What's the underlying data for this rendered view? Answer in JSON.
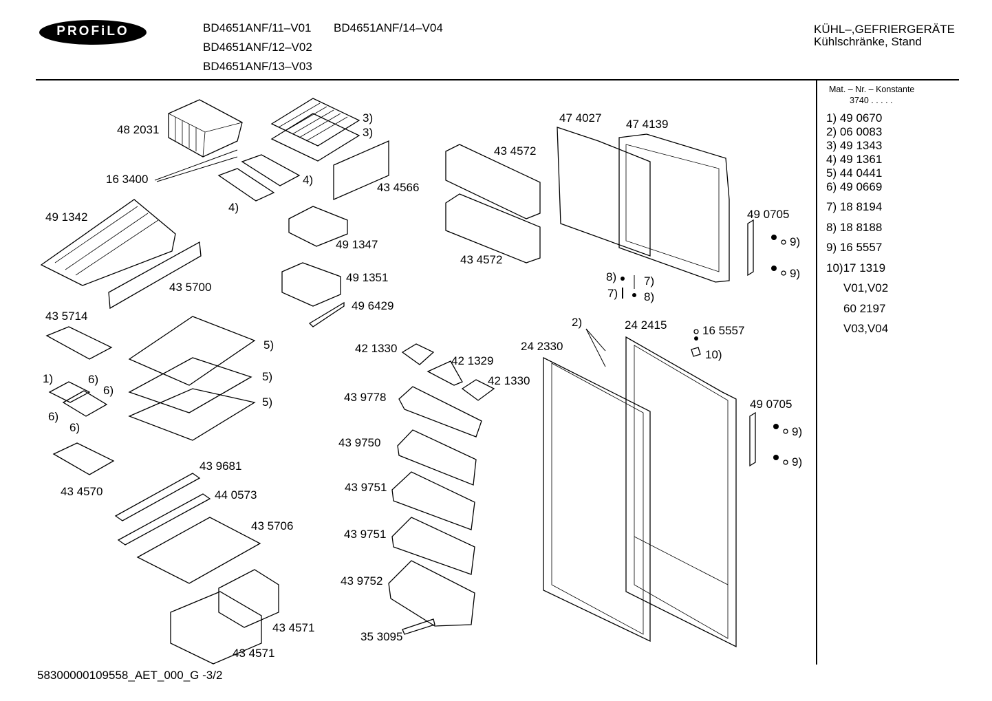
{
  "brand": "PROFiLO",
  "models": [
    "BD4651ANF/11–V01",
    "BD4651ANF/14–V04",
    "BD4651ANF/12–V02",
    "BD4651ANF/13–V03"
  ],
  "category": {
    "line1": "KÜHL–,GEFRIERGERÄTE",
    "line2": "Kühlschränke, Stand"
  },
  "sidebar": {
    "header": "Mat. – Nr. – Konstante",
    "constant": "3740  .  .  .  .  .",
    "items": [
      "1)  49 0670",
      "2)  06 0083",
      "3)  49 1343",
      "4)  49 1361",
      "5)  44 0441",
      "6)  49 0669",
      "7)  18 8194",
      "8)  18 8188",
      "9)  16 5557",
      "10)17 1319",
      "V01,V02",
      "60 2197",
      "V03,V04"
    ]
  },
  "labels": {
    "p482031": "48 2031",
    "p163400": "16 3400",
    "p491342": "49 1342",
    "p435700": "43 5700",
    "p435714": "43 5714",
    "p434570": "43 4570",
    "p439681": "43 9681",
    "p440573": "44 0573",
    "p435706": "43 5706",
    "p434571a": "43 4571",
    "p434571b": "43 4571",
    "r3a": "3)",
    "r3b": "3)",
    "r4a": "4)",
    "r4b": "4)",
    "p434566": "43 4566",
    "p491347": "49 1347",
    "p491351": "49 1351",
    "p496429": "49 6429",
    "r5a": "5)",
    "r5b": "5)",
    "r5c": "5)",
    "r1": "1)",
    "r6a": "6)",
    "r6b": "6)",
    "r6c": "6)",
    "r6d": "6)",
    "p434572a": "43 4572",
    "p434572b": "43 4572",
    "p421330a": "42 1330",
    "p421329": "42 1329",
    "p421330b": "42 1330",
    "p439778": "43 9778",
    "p439750": "43 9750",
    "p439751a": "43 9751",
    "p439751b": "43 9751",
    "p439752": "43 9752",
    "p353095": "35 3095",
    "p474027": "47 4027",
    "p474139": "47 4139",
    "p490705a": "49 0705",
    "p490705b": "49 0705",
    "r9a": "9)",
    "r9b": "9)",
    "r9c": "9)",
    "r9d": "9)",
    "r8a": "8)",
    "r7a": "7)",
    "r7b": "7)",
    "r8b": "8)",
    "r2": "2)",
    "p242415": "24 2415",
    "p242330": "24 2330",
    "p165557": "16 5557",
    "r10": "10)"
  },
  "footer": "58300000109558_AET_000_G  -3/2"
}
